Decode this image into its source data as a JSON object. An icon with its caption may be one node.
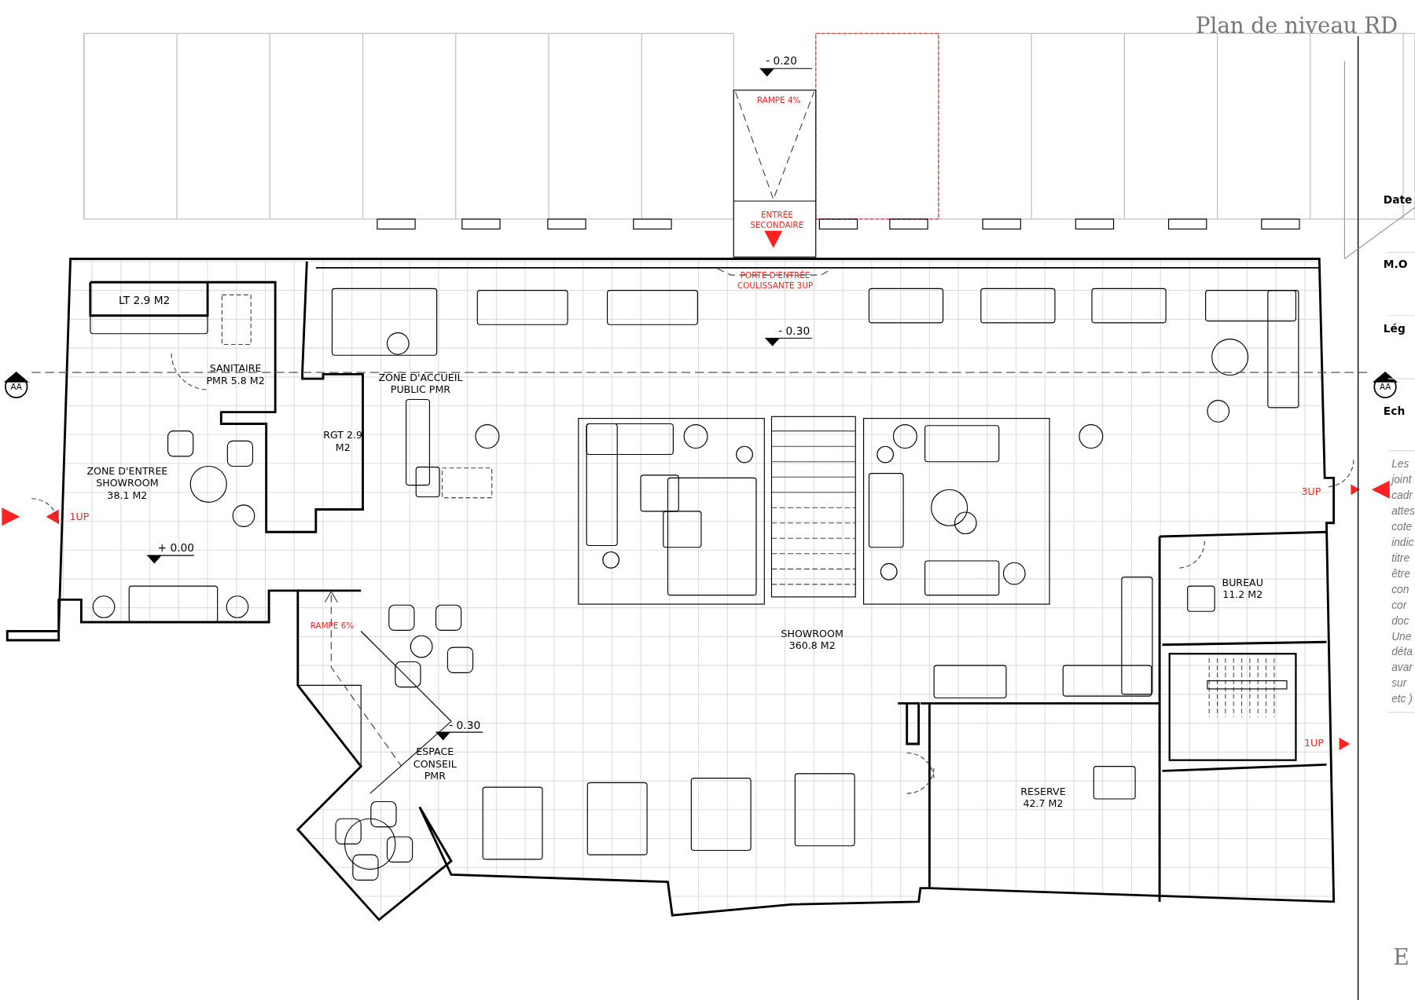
{
  "diagram": {
    "labels": [
      "Plan de niveau RD",
      "- 0.20",
      "RAMPE 4%",
      "Date",
      "ENTRÉE SECONDAIRE",
      "M.O",
      "PORTE D'ENTRÉE COULISSANTE 3UP",
      "LT 2.9 M2",
      "- 0.30",
      "Lég",
      "SANITAIRE PMR 5.8 M2",
      "ZONE D'ACCUEIL PUBLIC PMR",
      "AA",
      "AA",
      "Ech",
      "RGT 2.9 M2",
      "Les joint cadr attes cote indic titre être con cor doc Une déta avar sur etc )",
      "ZONE D'ENTREE SHOWROOM 38.1 M2",
      "3UP",
      "1UP",
      "+ 0.00",
      "BUREAU 11.2 M2",
      "RAMPE 6%",
      "SHOWROOM 360.8 M2",
      "- 0.30",
      "1UP",
      "ESPACE CONSEIL PMR",
      "RESERVE 42.7 M2",
      "E"
    ]
  }
}
